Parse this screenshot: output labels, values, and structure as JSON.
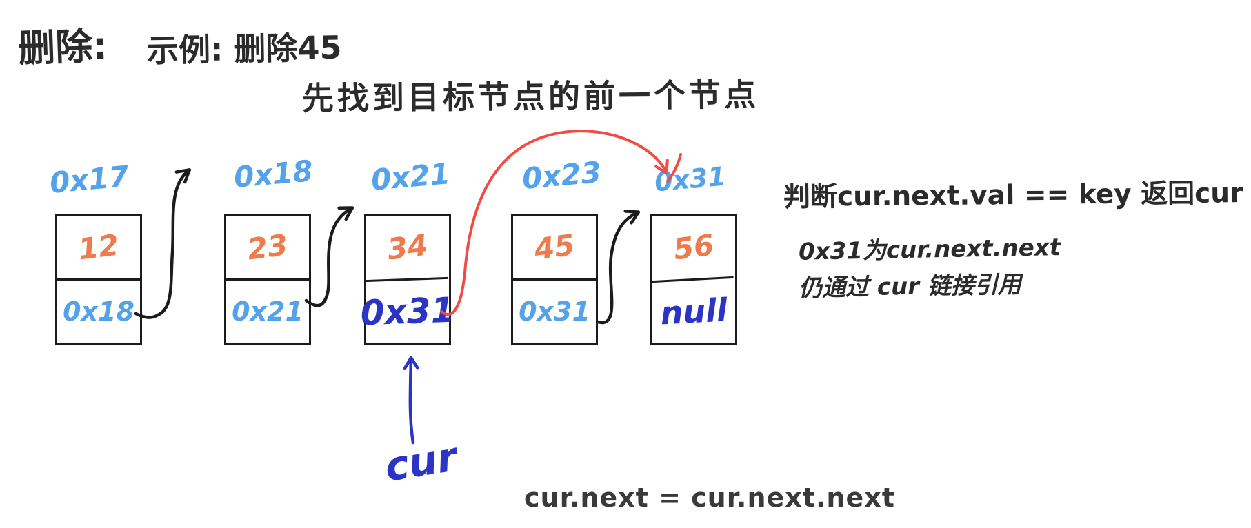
{
  "title": {
    "heading_prefix": "删除:",
    "heading_example": "示例: 删除45",
    "subtitle": "先找到目标节点的前一个节点"
  },
  "list": {
    "nodes": [
      {
        "address": "0x17",
        "value": "12",
        "next": "0x18"
      },
      {
        "address": "0x18",
        "value": "23",
        "next": "0x21"
      },
      {
        "address": "0x21",
        "value": "34",
        "next": "0x31"
      },
      {
        "address": "0x23",
        "value": "45",
        "next": "0x31"
      },
      {
        "address": "0x31",
        "value": "56",
        "next": "null"
      }
    ]
  },
  "annotations": {
    "cur_pointer_label": "cur",
    "check_line": "判断cur.next.val == key 返回cur",
    "note_line_1": "0x31为cur.next.next",
    "note_line_2": "仍通过 cur 链接引用",
    "assignment_line": "cur.next = cur.next.next"
  },
  "colors": {
    "ink": "#2b2b2b",
    "address_blue": "#54a3ea",
    "value_orange": "#ee7b4c",
    "deep_blue": "#2a35c6",
    "arrow_red": "#f34b43",
    "arrow_black": "#1c1c1c"
  }
}
